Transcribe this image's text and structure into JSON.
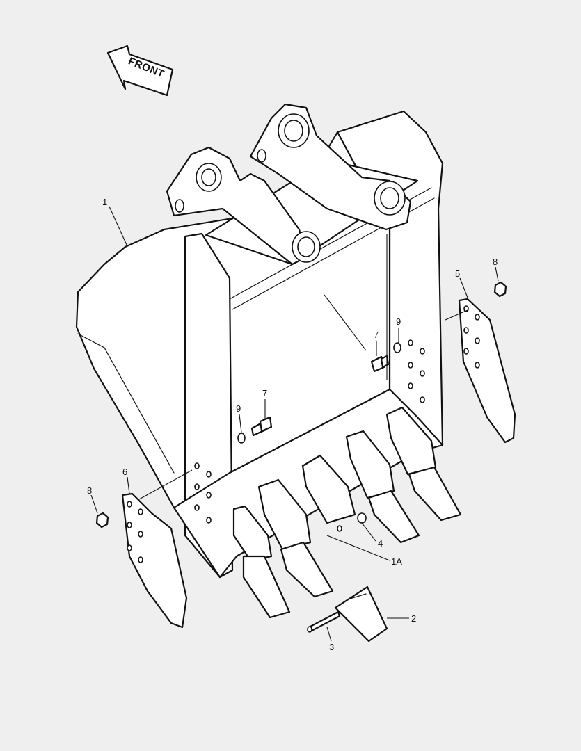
{
  "direction_label": "FRONT",
  "callouts": {
    "bucket": "1",
    "tooth_adapter": "1A",
    "tooth_point": "2",
    "pin": "3",
    "lock_washer": "4",
    "side_cutter_right": "5",
    "side_cutter_left": "6",
    "bolt_rear": "7",
    "bolt_front": "7",
    "washer_rear": "9",
    "washer_front": "9",
    "nut_right": "8",
    "nut_left": "8"
  }
}
